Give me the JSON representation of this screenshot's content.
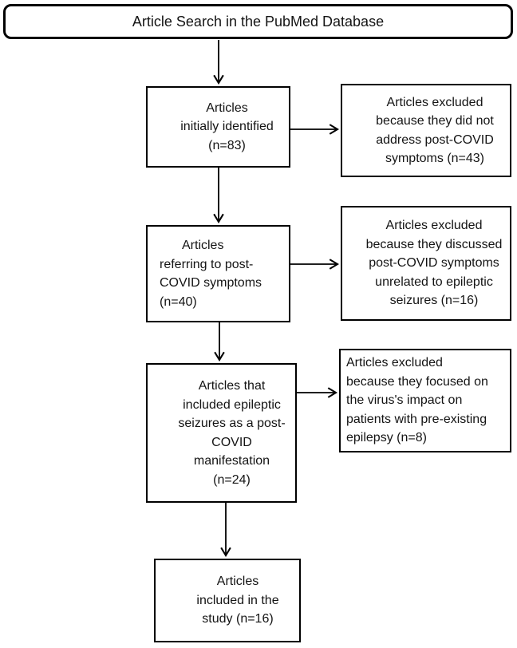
{
  "title": "Article Search in the PubMed Database",
  "boxes": {
    "initially_identified": "Articles\ninitially identified\n(n=83)",
    "excluded_not_postcovid": "Articles excluded\nbecause they did not\naddress post-COVID\nsymptoms (n=43)",
    "referring_postcovid": "Articles\nreferring to post-\nCOVID symptoms\n(n=40)",
    "excluded_unrelated": "Articles excluded\nbecause they discussed\npost-COVID symptoms\nunrelated to epileptic\nseizures (n=16)",
    "included_seizures": "Articles that\nincluded epileptic\nseizures as a post-\nCOVID\nmanifestation\n(n=24)",
    "excluded_preexisting": "Articles excluded\nbecause they focused on\nthe virus's impact on\npatients with pre-existing\nepilepsy (n=8)",
    "included_study": "Articles\nincluded in the\nstudy (n=16)"
  },
  "colors": {
    "border": "#000000",
    "background": "#ffffff",
    "text": "#141414"
  }
}
